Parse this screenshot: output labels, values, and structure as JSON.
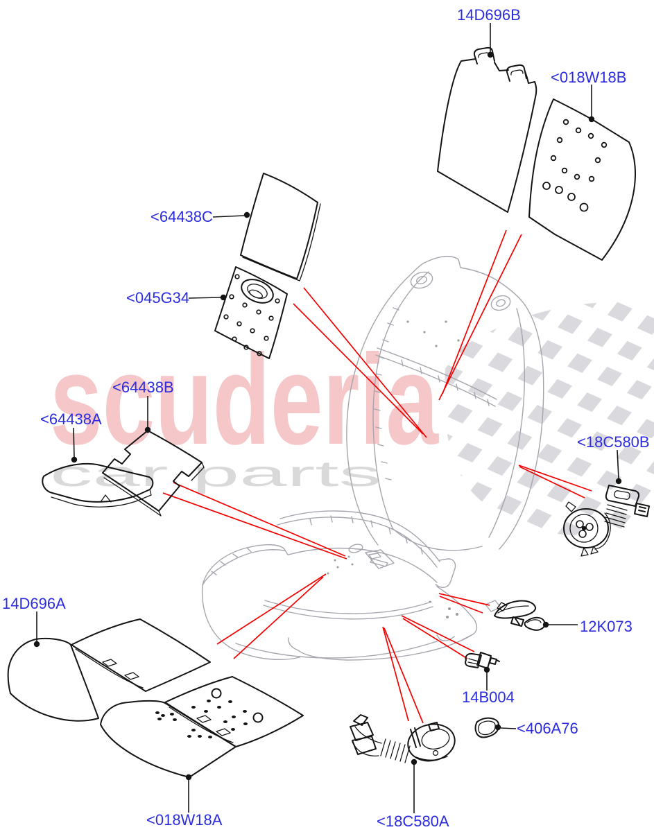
{
  "watermark": {
    "brand": "scuderia",
    "tagline": "car parts"
  },
  "parts": [
    {
      "key": "14D696B",
      "label": "14D696B"
    },
    {
      "key": "018W18B",
      "label": "<018W18B"
    },
    {
      "key": "64438C",
      "label": "<64438C"
    },
    {
      "key": "045G34",
      "label": "<045G34"
    },
    {
      "key": "64438B",
      "label": "<64438B"
    },
    {
      "key": "64438A",
      "label": "<64438A"
    },
    {
      "key": "18C580B",
      "label": "<18C580B"
    },
    {
      "key": "14D696A",
      "label": "14D696A"
    },
    {
      "key": "12K073",
      "label": "12K073"
    },
    {
      "key": "14B004",
      "label": "14B004"
    },
    {
      "key": "406A76",
      "label": "<406A76"
    },
    {
      "key": "018W18A",
      "label": "<018W18A"
    },
    {
      "key": "18C580A",
      "label": "<18C580A"
    }
  ],
  "colors": {
    "part_label_blue": "#2b2be0",
    "callout_red": "#f30000",
    "drawing_black": "#141414",
    "ghost_gray": "#a5a5ad",
    "checker_gray": "#d9d9de",
    "watermark_pink": "#f5c7c9",
    "watermark_gray": "#d9d9d9"
  }
}
